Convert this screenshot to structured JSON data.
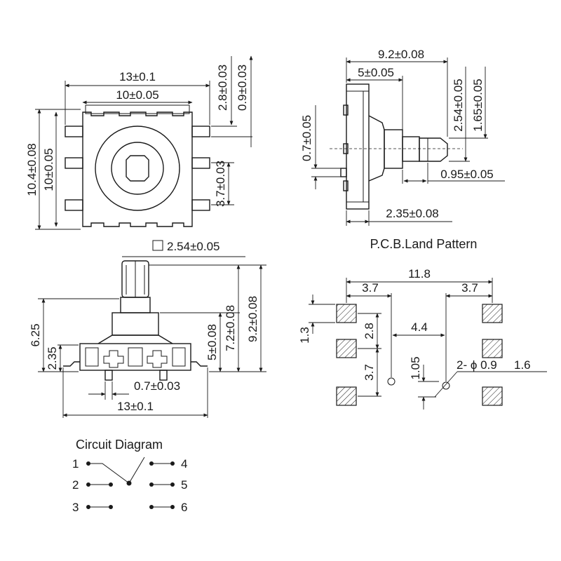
{
  "top_view": {
    "width_outer": "13±0.1",
    "width_inner": "10±0.05",
    "height_outer": "10.4±0.08",
    "height_inner": "10±0.05",
    "pin_width": "2.8±0.03",
    "pin_thickness": "0.9±0.03",
    "pin_pitch": "3.7±0.03"
  },
  "side_view": {
    "overall": "9.2±0.08",
    "body": "5±0.05",
    "shaft_dia": "2.54±0.05",
    "shaft_flat": "1.65±0.05",
    "pin_offset": "0.7±0.05",
    "shaft_tip": "0.95±0.05",
    "base": "2.35±0.08"
  },
  "front_view": {
    "shaft_square": "2.54±0.05",
    "h_625": "6.25",
    "h_235": "2.35",
    "h_5": "5±0.08",
    "h_72": "7.2±0.08",
    "h_92": "9.2±0.08",
    "pin_width": "0.7±0.03",
    "width": "13±0.1"
  },
  "land_pattern": {
    "title": "P.C.B.Land Pattern",
    "overall": "11.8",
    "left_col": "3.7",
    "right_col": "3.7",
    "pad_h": "1.3",
    "pitch": "2.8",
    "pitch2": "3.7",
    "center": "4.4",
    "hole_offset": "1.05",
    "hole_label": "2- ϕ 0.9",
    "hole_spacing": "1.6"
  },
  "circuit": {
    "title": "Circuit Diagram",
    "pins": [
      "1",
      "2",
      "3",
      "4",
      "5",
      "6"
    ]
  }
}
